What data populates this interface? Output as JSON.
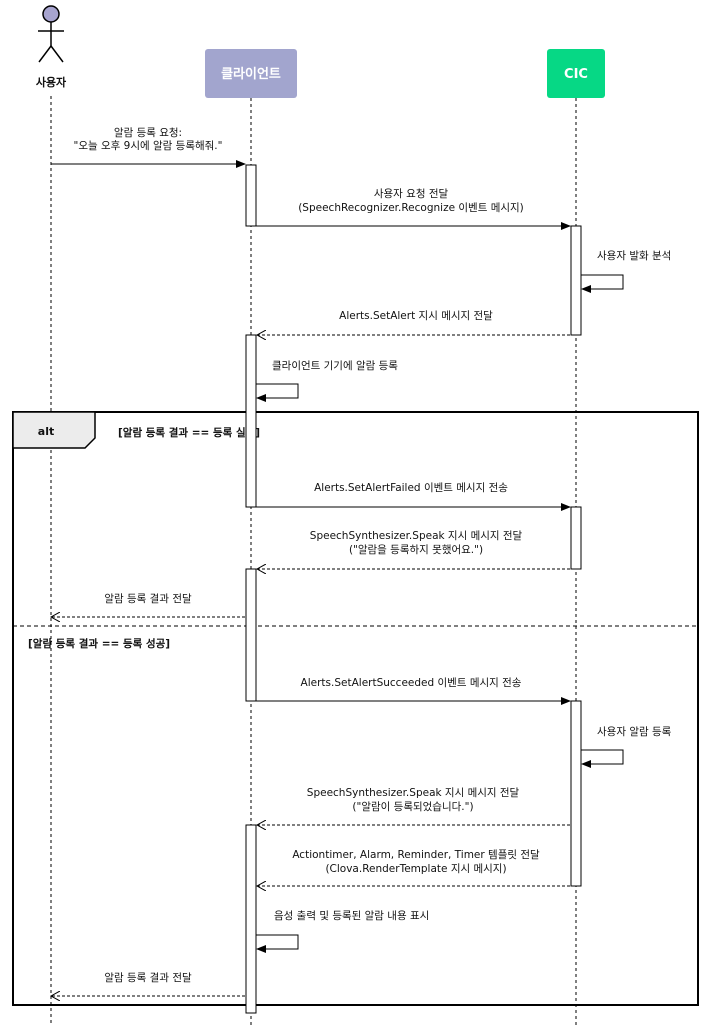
{
  "participants": {
    "user": {
      "label": "사용자"
    },
    "client": {
      "label": "클라이언트",
      "color": "#A2A5CE"
    },
    "cic": {
      "label": "CIC",
      "color": "#06D885"
    }
  },
  "actor_head_color": "#A7A4CF",
  "messages": {
    "m1": {
      "line1": "알람 등록 요청:",
      "line2": "\"오늘 오후 9시에 알람 등록해줘.\""
    },
    "m2": {
      "line1": "사용자 요청 전달",
      "line2": "(SpeechRecognizer.Recognize 이벤트 메시지)"
    },
    "m3": {
      "line1": "사용자 발화 분석"
    },
    "m4": {
      "line1": "Alerts.SetAlert 지시 메시지 전달"
    },
    "m5": {
      "line1": "클라이언트 기기에 알람 등록"
    },
    "m6": {
      "line1": "Alerts.SetAlertFailed 이벤트 메시지 전송"
    },
    "m7": {
      "line1": "SpeechSynthesizer.Speak 지시 메시지 전달",
      "line2": "(\"알람을 등록하지 못했어요.\")"
    },
    "m8": {
      "line1": "알람 등록 결과 전달"
    },
    "m9": {
      "line1": "Alerts.SetAlertSucceeded 이벤트 메시지 전송"
    },
    "m10": {
      "line1": "사용자 알람 등록"
    },
    "m11": {
      "line1": "SpeechSynthesizer.Speak 지시 메시지 전달",
      "line2": "(\"알람이 등록되었습니다.\")"
    },
    "m12": {
      "line1": "Actiontimer, Alarm, Reminder, Timer 템플릿 전달",
      "line2": "(Clova.RenderTemplate 지시 메시지)"
    },
    "m13": {
      "line1": "음성 출력 및 등록된 알람 내용 표시"
    },
    "m14": {
      "line1": "알람 등록 결과 전달"
    }
  },
  "alt_fragment": {
    "label": "alt",
    "guard1": "[알람 등록 결과 == 등록 실패]",
    "guard2": "[알람 등록 결과 == 등록 성공]"
  }
}
